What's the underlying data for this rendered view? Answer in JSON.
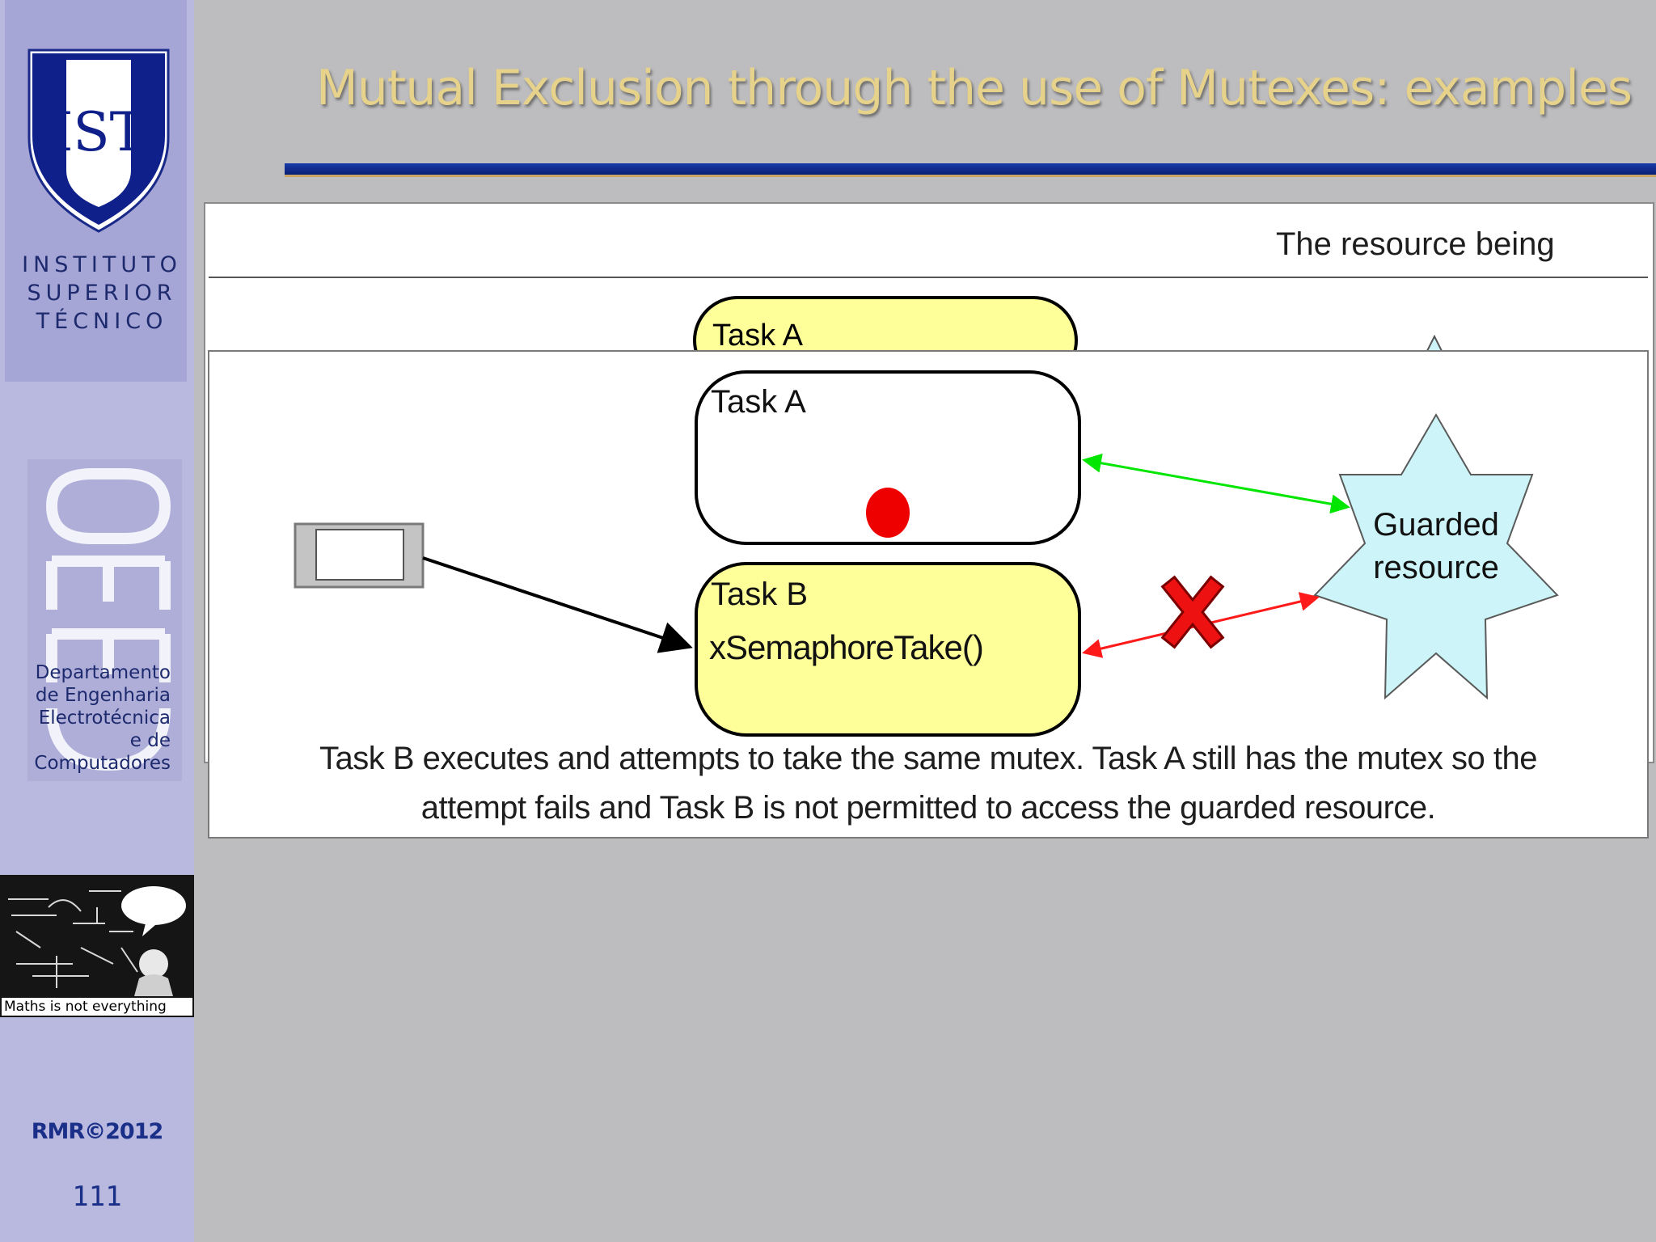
{
  "slide": {
    "title": "Mutual Exclusion through the use of Mutexes: examples",
    "page_number": "111",
    "copyright": "RMR©2012"
  },
  "sidebar": {
    "ist_lines": [
      "INSTITUTO",
      "SUPERIOR",
      "TÉCNICO"
    ],
    "deec_dept_lines": [
      "Departamento",
      "de Engenharia",
      "Electrotécnica",
      "e de",
      "Computadores"
    ],
    "cartoon_caption": "Maths is not everything"
  },
  "background_slide": {
    "header_text": "The resource being",
    "task_a_label": "Task A"
  },
  "diagram": {
    "task_a_label": "Task A",
    "task_b_label": "Task B",
    "task_b_call": "xSemaphoreTake()",
    "resource_lines": [
      "Guarded",
      "resource"
    ],
    "caption_lines": [
      "Task B executes and attempts to take the same mutex.  Task A still has the mutex so the",
      "attempt fails and Task B is not permitted to access the guarded resource."
    ],
    "colors": {
      "task_b_fill": "#ffff99",
      "resource_fill": "#cdf5f9",
      "access_arrow": "#00e600",
      "denied_arrow": "#ff1a1a",
      "token": "#ee0000"
    }
  }
}
